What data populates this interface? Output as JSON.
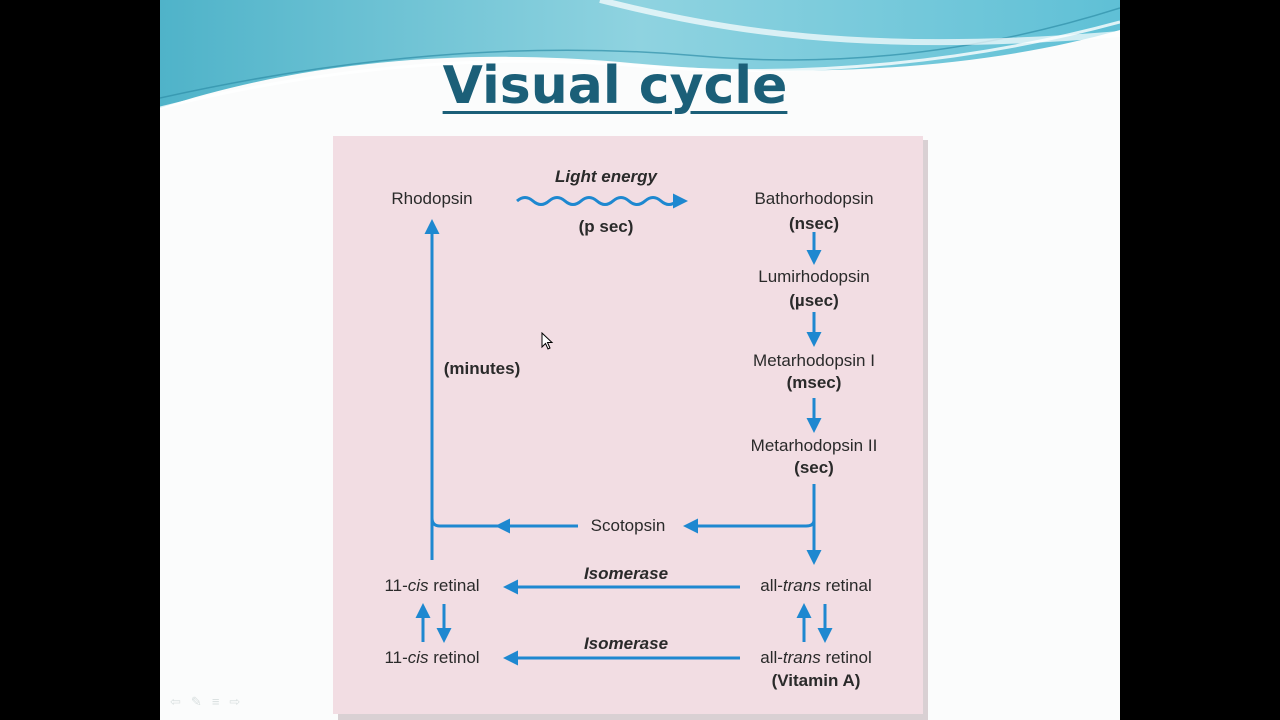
{
  "slide": {
    "title": "Visual cycle"
  },
  "diagram": {
    "nodes": {
      "rhodopsin": "Rhodopsin",
      "bathorhodopsin": "Bathorhodopsin",
      "bathorhodopsin_time": "(nsec)",
      "lumirhodopsin": "Lumirhodopsin",
      "lumirhodopsin_time": "(µsec)",
      "metarhodopsin1": "Metarhodopsin I",
      "metarhodopsin1_time": "(msec)",
      "metarhodopsin2": "Metarhodopsin II",
      "metarhodopsin2_time": "(sec)",
      "scotopsin": "Scotopsin",
      "cis_retinal_prefix": "11-",
      "cis_retinal_italic": "cis",
      "cis_retinal_suffix": " retinal",
      "cis_retinol_prefix": "11-",
      "cis_retinol_italic": "cis",
      "cis_retinol_suffix": " retinol",
      "trans_retinal_prefix": "all-",
      "trans_retinal_italic": "trans",
      "trans_retinal_suffix": " retinal",
      "trans_retinol_prefix": "all-",
      "trans_retinol_italic": "trans",
      "trans_retinol_suffix": " retinol",
      "vitamin_a": "(Vitamin A)"
    },
    "edge_labels": {
      "light_energy": "Light energy",
      "psec": "(p sec)",
      "minutes": "(minutes)",
      "isomerase_top": "Isomerase",
      "isomerase_bottom": "Isomerase"
    },
    "colors": {
      "arrow": "#1e88d0",
      "panel": "#f2dde3",
      "title": "#1b5f78"
    }
  }
}
